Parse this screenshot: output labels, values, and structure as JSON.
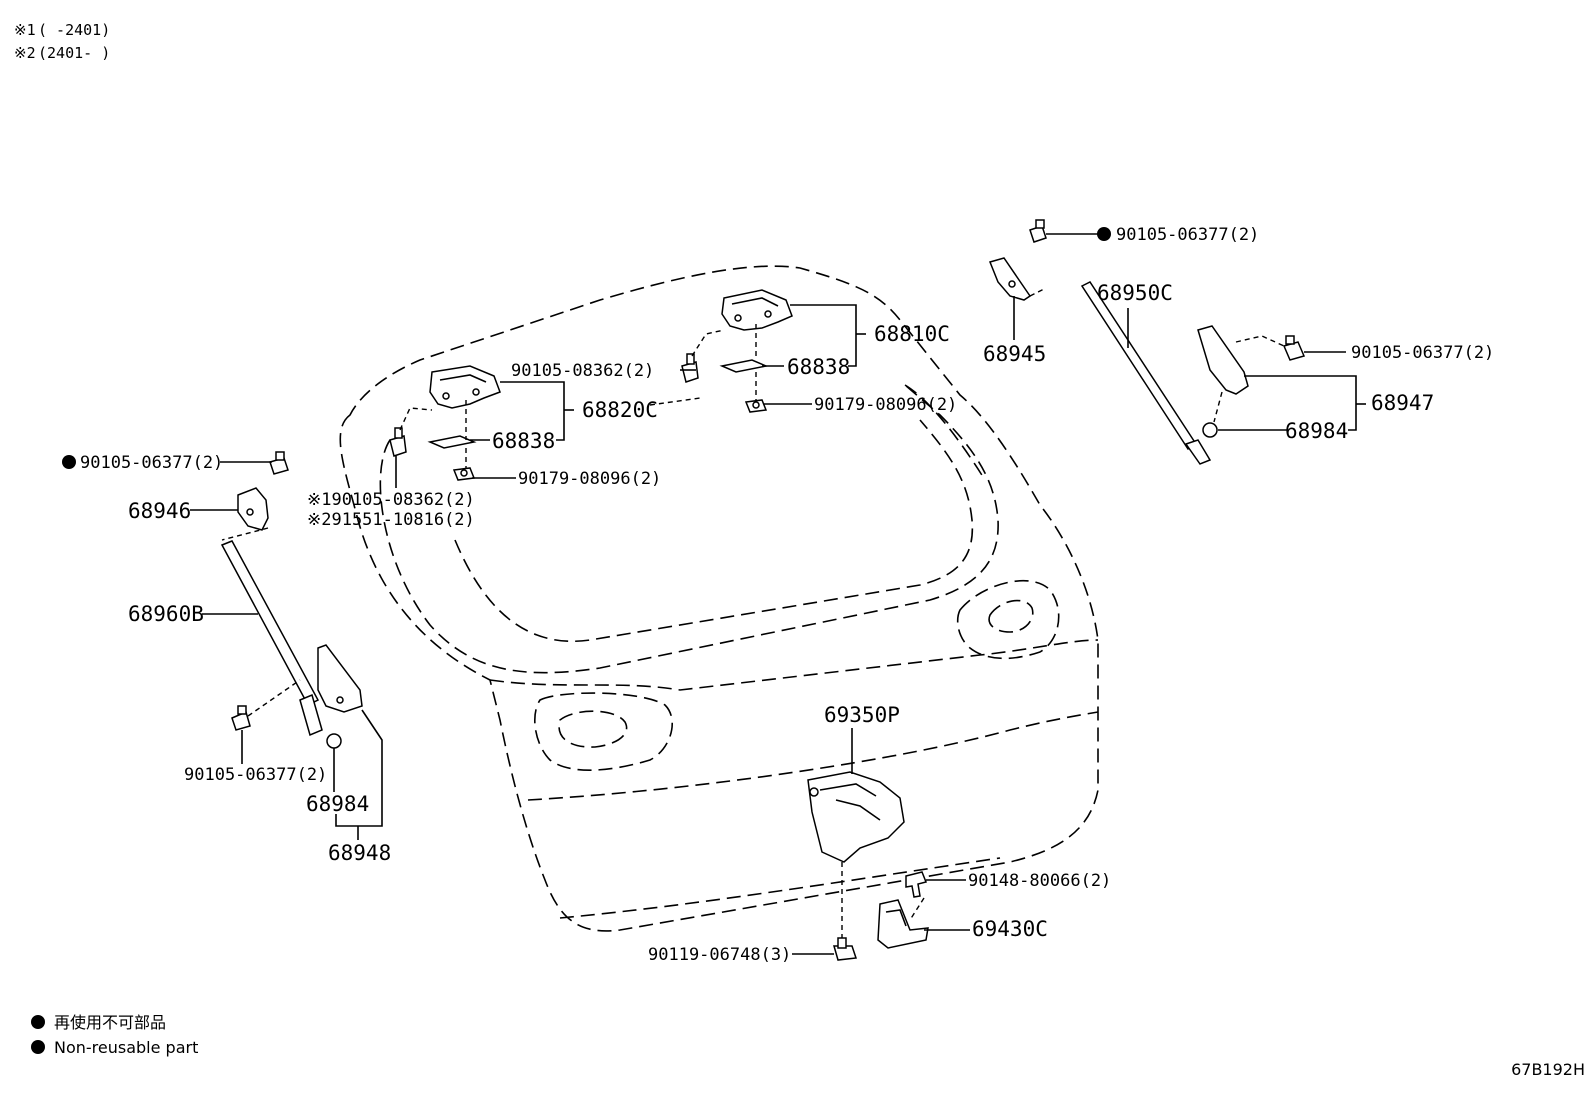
{
  "header_notes": [
    {
      "mark": "※1",
      "text": "(      -2401)"
    },
    {
      "mark": "※2",
      "text": "(2401-      )"
    }
  ],
  "labels": {
    "lbl_01": "90105-06377(2)",
    "lbl_02": "68950C",
    "lbl_03": "68810C",
    "lbl_04": "68945",
    "lbl_05": "68838",
    "lbl_06": "90105-08362(2)",
    "lbl_07": "90105-06377(2)",
    "lbl_08": "68820C",
    "lbl_09": "90179-08096(2)",
    "lbl_10": "68947",
    "lbl_11": "68838",
    "lbl_12": "68984",
    "lbl_13": "90105-06377(2)",
    "lbl_14": "90179-08096(2)",
    "lbl_15": "※190105-08362(2)",
    "lbl_16": "68946",
    "lbl_17": "※291551-10816(2)",
    "lbl_18": "68960B",
    "lbl_19": "69350P",
    "lbl_20": "90105-06377(2)",
    "lbl_21": "68984",
    "lbl_22": "68948",
    "lbl_23": "90148-80066(2)",
    "lbl_24": "69430C",
    "lbl_25": "90119-06748(3)"
  },
  "legend": {
    "line1": "再使用不可部品",
    "line2": "Non-reusable part"
  },
  "diagram_code": "67B192H"
}
